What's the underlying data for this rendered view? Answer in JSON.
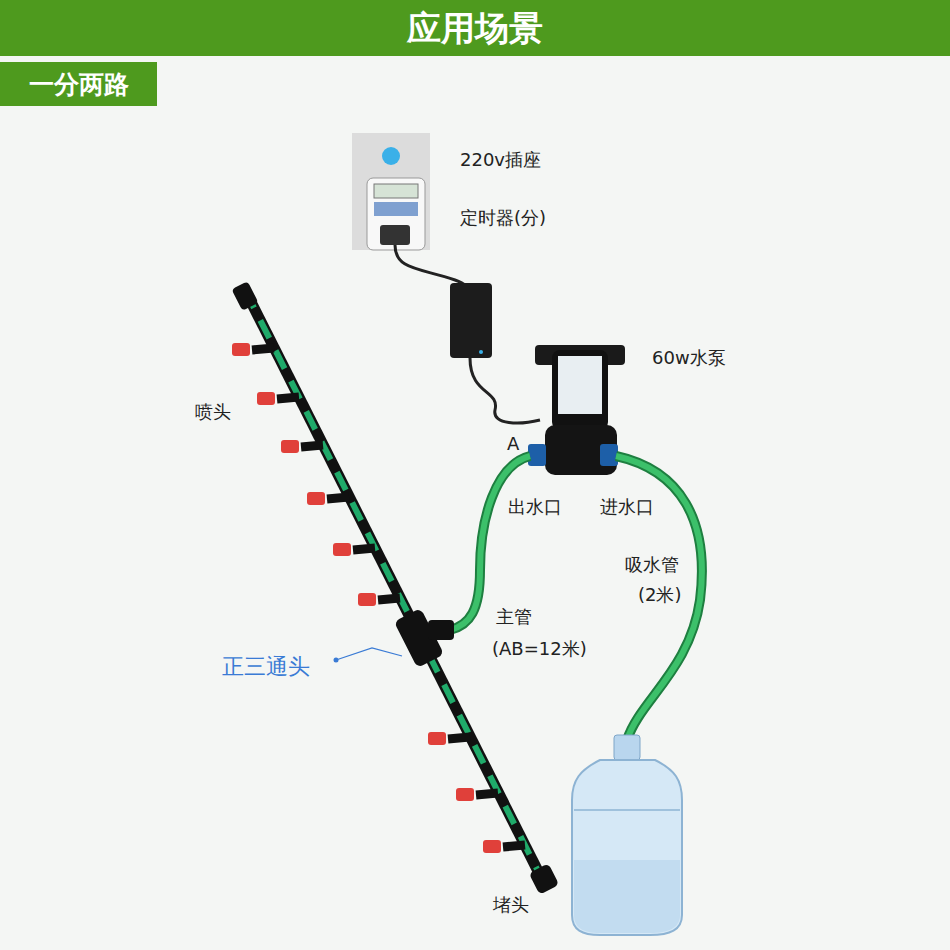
{
  "diagram": {
    "title": "应用场景",
    "nodes": [
      {
        "text": [
          "一分两路"
        ]
      }
    ],
    "labels": [
      "220v插座",
      "定时器(分)",
      "60w水泵",
      "A",
      "出水口",
      "进水口",
      "吸水管",
      "(2米)",
      "主管",
      "(AB=12米)",
      "正三通头",
      "喷头",
      "堵头"
    ]
  }
}
